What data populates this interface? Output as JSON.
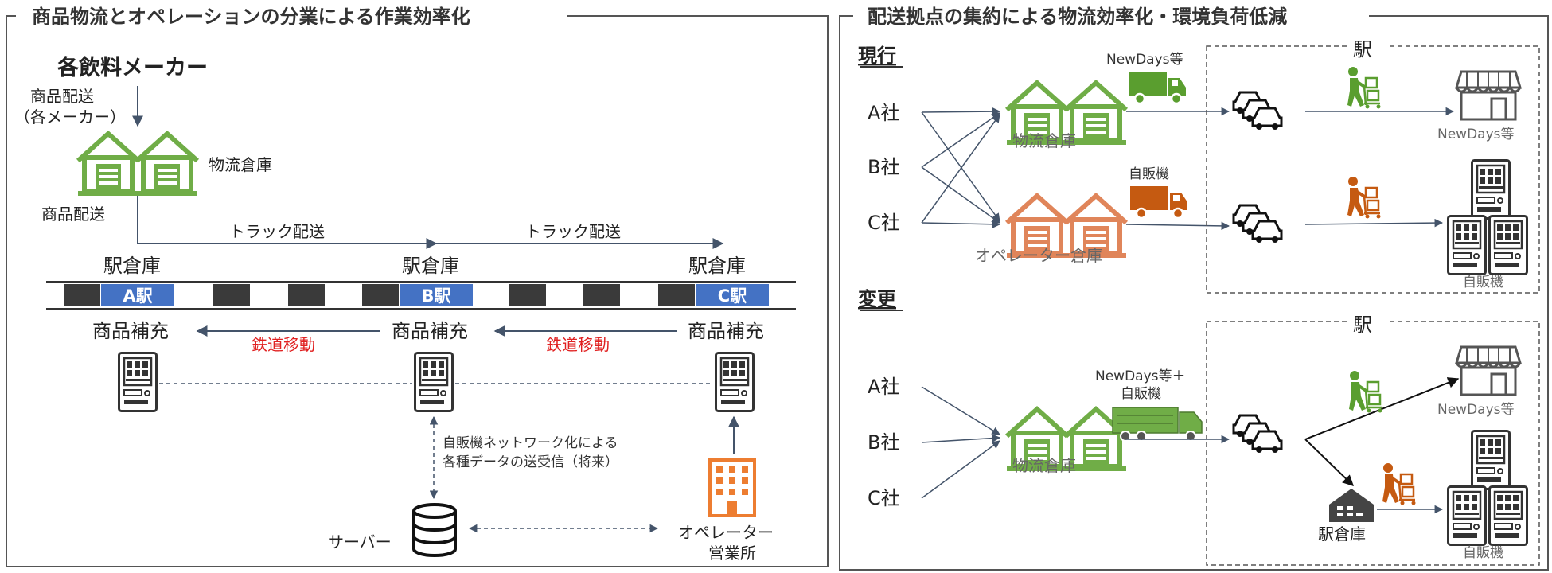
{
  "colors": {
    "green": "#70ad47",
    "orange": "#c55a11",
    "blue_station": "#4472c4",
    "arrow": "#44546a",
    "red_text": "#e02020",
    "dark": "#333333"
  },
  "left": {
    "title": "商品物流とオペレーションの分業による作業効率化",
    "maker": "各飲料メーカー",
    "delivery_label_1": "商品配送",
    "delivery_label_1b": "（各メーカー）",
    "warehouse_label": "物流倉庫",
    "delivery_label_2": "商品配送",
    "truck_1": "トラック配送",
    "truck_2": "トラック配送",
    "station_warehouse": [
      "駅倉庫",
      "駅倉庫",
      "駅倉庫"
    ],
    "stations": [
      "A駅",
      "B駅",
      "C駅"
    ],
    "restock": [
      "商品補充",
      "商品補充",
      "商品補充"
    ],
    "rail_1": "鉄道移動",
    "rail_2": "鉄道移動",
    "network_1": "自販機ネットワーク化による",
    "network_2": "各種データの送受信（将来）",
    "server": "サーバー",
    "office_1": "オペレーター",
    "office_2": "営業所"
  },
  "right": {
    "title": "配送拠点の集約による物流効率化・環境負荷低減",
    "current": {
      "heading": "現行",
      "companies": [
        "A社",
        "B社",
        "C社"
      ],
      "warehouse_green": "物流倉庫",
      "warehouse_orange": "オペレーター倉庫",
      "truck_green_label": "NewDays等",
      "truck_orange_label": "自販機",
      "station_box": "駅",
      "store_label": "NewDays等",
      "vending_label": "自販機"
    },
    "change": {
      "heading": "変更",
      "companies": [
        "A社",
        "B社",
        "C社"
      ],
      "warehouse_green": "物流倉庫",
      "truck_label_1": "NewDays等＋",
      "truck_label_2": "自販機",
      "station_box": "駅",
      "store_label": "NewDays等",
      "station_warehouse": "駅倉庫",
      "vending_label": "自販機"
    }
  }
}
